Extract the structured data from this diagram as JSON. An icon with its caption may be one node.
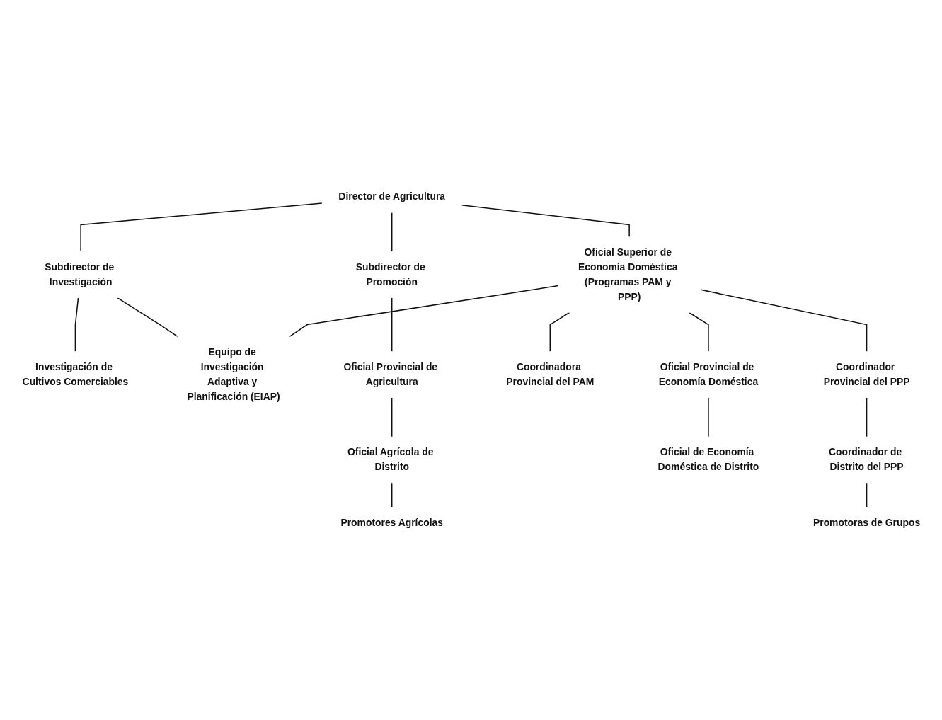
{
  "diagram": {
    "nodes": [
      {
        "text": [
          "Director de Agricultura"
        ]
      },
      {
        "text": [
          "Subdirector de Investigación"
        ]
      },
      {
        "text": [
          "Subdirector de Promoción"
        ]
      },
      {
        "text": [
          "Oficial Superior de Economía Doméstica (Programas PAM y PPP)"
        ]
      },
      {
        "text": [
          "Investigación de Cultivos Comerciables"
        ]
      },
      {
        "text": [
          "Oficial Provincial de Agricultura"
        ]
      },
      {
        "text": [
          "Equipo de Investigación Adaptiva y Planificación (EIAP)"
        ]
      },
      {
        "text": [
          "Coordinadora Provincial del PAM"
        ]
      },
      {
        "text": [
          "Oficial Provincial de Economía Doméstica"
        ]
      },
      {
        "text": [
          "Coordinador Provincial del PPP"
        ]
      },
      {
        "text": [
          "Oficial Agrícola de Distrito"
        ]
      },
      {
        "text": [
          "Oficial de Economía Doméstica de Distrito"
        ]
      },
      {
        "text": [
          "Coordinador de Distrito del PPP"
        ]
      },
      {
        "text": [
          "Promotores Agrícolas"
        ]
      },
      {
        "text": [
          "Promotoras de Grupos"
        ]
      }
    ],
    "edges": [
      {
        "from": 0,
        "to": 1,
        "arrow": "none"
      },
      {
        "from": 0,
        "to": 2,
        "arrow": "none"
      },
      {
        "from": 0,
        "to": 3,
        "arrow": "none"
      },
      {
        "from": 1,
        "to": 4,
        "arrow": "none"
      },
      {
        "from": 2,
        "to": 5,
        "arrow": "none"
      },
      {
        "from": 1,
        "to": 6,
        "arrow": "none"
      },
      {
        "from": 3,
        "to": 6,
        "arrow": "none"
      },
      {
        "from": 3,
        "to": 7,
        "arrow": "none"
      },
      {
        "from": 3,
        "to": 8,
        "arrow": "none"
      },
      {
        "from": 3,
        "to": 9,
        "arrow": "none"
      },
      {
        "from": 5,
        "to": 10,
        "arrow": "none"
      },
      {
        "from": 8,
        "to": 11,
        "arrow": "none"
      },
      {
        "from": 9,
        "to": 12,
        "arrow": "none"
      },
      {
        "from": 10,
        "to": 13,
        "arrow": "none"
      },
      {
        "from": 12,
        "to": 14,
        "arrow": "none"
      }
    ]
  }
}
